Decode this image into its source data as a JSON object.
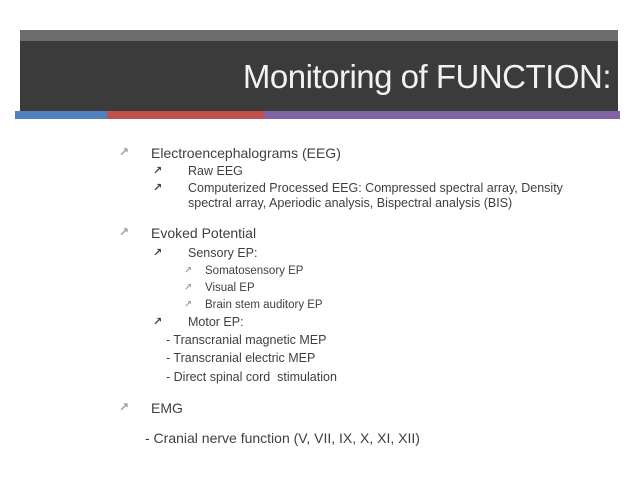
{
  "slide": {
    "title": "Monitoring of FUNCTION:",
    "header_bar_color": "#3b3b3b",
    "header_strip_color": "#6c6c6c",
    "title_color": "#f2f2f2",
    "body_text_color": "#3f3f3f",
    "accent_colors": {
      "blue": "#4f81bd",
      "red": "#c0504d",
      "purple": "#8064a2"
    }
  },
  "glyphs": {
    "arrow_bullet": "↗"
  },
  "content": {
    "items": [
      {
        "level": 1,
        "text": "Electroencephalograms (EEG)"
      },
      {
        "level": 2,
        "text": "Raw EEG"
      },
      {
        "level": 2,
        "text": "Computerized Processed EEG: Compressed spectral array, Density spectral array, Aperiodic analysis, Bispectral analysis (BIS)"
      },
      {
        "level": 1,
        "text": "Evoked Potential"
      },
      {
        "level": 2,
        "text": "Sensory EP:"
      },
      {
        "level": 3,
        "text": "Somatosensory EP"
      },
      {
        "level": 3,
        "text": "Visual EP"
      },
      {
        "level": 3,
        "text": "Brain stem auditory EP"
      },
      {
        "level": 2,
        "text": "Motor EP:"
      },
      {
        "level": "dash",
        "text": "- Transcranial magnetic MEP"
      },
      {
        "level": "dash",
        "text": "- Transcranial electric MEP"
      },
      {
        "level": "dash",
        "text": "- Direct spinal cord  stimulation"
      },
      {
        "level": 1,
        "text": "EMG"
      },
      {
        "level": "dash",
        "text": "- Cranial nerve function (V, VII, IX, X, XI, XII)"
      }
    ]
  }
}
